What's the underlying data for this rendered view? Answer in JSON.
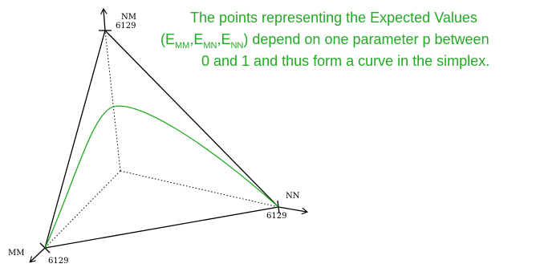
{
  "labels": {
    "nm": "NM",
    "nm_value": "6129",
    "nn": "NN",
    "nn_value": "6129",
    "mm": "MM",
    "mm_value": "6129"
  },
  "caption": {
    "line1": "The points representing the Expected Values",
    "line2_open": "(E",
    "sub_mm": "MM",
    "sep1": ",E",
    "sub_mn": "MN",
    "sep2": ",E",
    "sub_nn": "NN",
    "line2_close": ") depend on one parameter p between",
    "line3": "0 and 1 and thus form a curve in the simplex."
  },
  "colors": {
    "curve": "#22aa22",
    "text": "#22aa22",
    "axes": "#000000"
  }
}
